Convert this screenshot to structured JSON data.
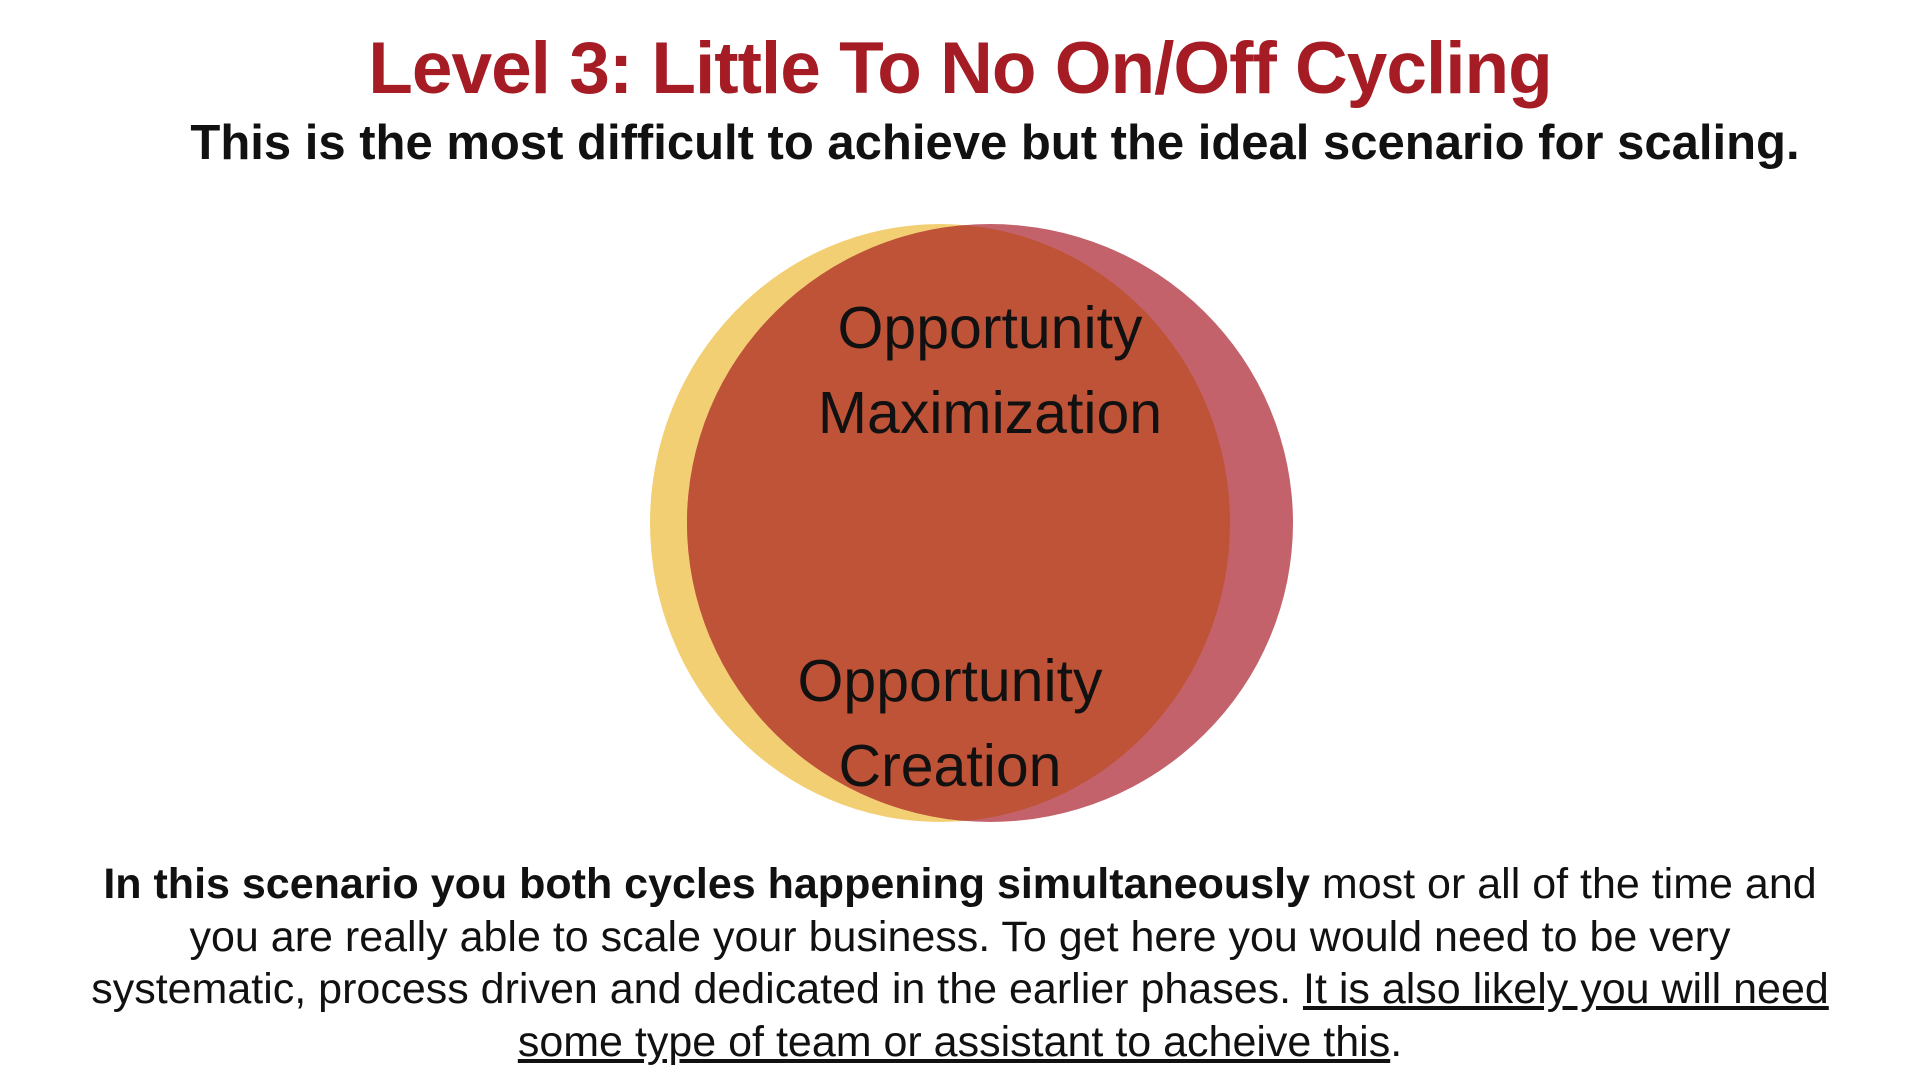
{
  "title": "Level 3: Little To No On/Off Cycling",
  "subtitle": "This is the most difficult to achieve but the ideal scenario for scaling.",
  "diagram": {
    "top_label": [
      "Opportunity",
      "Maximization"
    ],
    "bottom_label": [
      "Opportunity",
      "Creation"
    ]
  },
  "caption": {
    "lead": "In this scenario you both cycles happening simultaneously",
    "body": " most or all of the time and you are really able to scale your business.  To get here you would need to be very systematic, process driven and dedicated in the earlier phases.  ",
    "emphasis": "It is also likely you will need some type of team or assistant to acheive this",
    "end": "."
  },
  "colors": {
    "title": "#A51C24",
    "subtitle": "#111111",
    "circle_left": "#F3CF74",
    "circle_right": "#C3626A",
    "overlap": "#BF5337",
    "text": "#111111"
  }
}
